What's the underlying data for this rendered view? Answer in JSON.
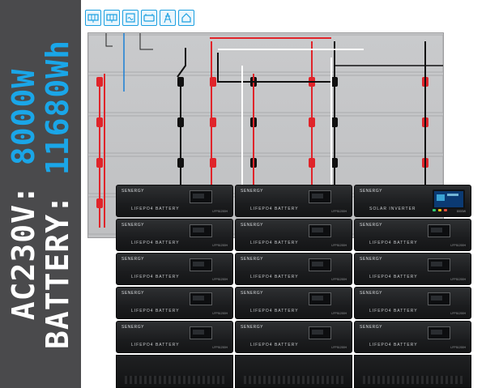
{
  "banner": {
    "line1_label": "AC230V:",
    "line1_value": "8000W",
    "line2_label": "BATTERY:",
    "line2_value": "11680Wh",
    "background_color": "#4a4a4c",
    "label_color": "#ffffff",
    "value_color": "#1aa6e8"
  },
  "top_icons": [
    "solar-panel-icon",
    "solar-panel-icon",
    "inverter-icon",
    "generator-icon",
    "grid-tower-icon",
    "home-icon"
  ],
  "stacks": [
    {
      "units": [
        {
          "brand": "SENERGY",
          "model": "LIFEPO4 BATTERY",
          "sub": "LFP51200H"
        },
        {
          "brand": "SENERGY",
          "model": "LIFEPO4 BATTERY",
          "sub": "LFP51200H"
        },
        {
          "brand": "SENERGY",
          "model": "LIFEPO4 BATTERY",
          "sub": "LFP51200H"
        },
        {
          "brand": "SENERGY",
          "model": "LIFEPO4 BATTERY",
          "sub": "LFP51200H"
        },
        {
          "brand": "SENERGY",
          "model": "LIFEPO4 BATTERY",
          "sub": "LFP51200H"
        }
      ]
    },
    {
      "units": [
        {
          "brand": "SENERGY",
          "model": "LIFEPO4 BATTERY",
          "sub": "LFP51200H"
        },
        {
          "brand": "SENERGY",
          "model": "LIFEPO4 BATTERY",
          "sub": "LFP51200H"
        },
        {
          "brand": "SENERGY",
          "model": "LIFEPO4 BATTERY",
          "sub": "LFP51200H"
        },
        {
          "brand": "SENERGY",
          "model": "LIFEPO4 BATTERY",
          "sub": "LFP51200H"
        },
        {
          "brand": "SENERGY",
          "model": "LIFEPO4 BATTERY",
          "sub": "LFP51200H"
        }
      ]
    },
    {
      "inverter": {
        "brand": "SENERGY",
        "model": "SOLAR INVERTER",
        "sub": "8000W"
      },
      "units": [
        {
          "brand": "SENERGY",
          "model": "LIFEPO4 BATTERY",
          "sub": "LFP51200H"
        },
        {
          "brand": "SENERGY",
          "model": "LIFEPO4 BATTERY",
          "sub": "LFP51200H"
        },
        {
          "brand": "SENERGY",
          "model": "LIFEPO4 BATTERY",
          "sub": "LFP51200H"
        },
        {
          "brand": "SENERGY",
          "model": "LIFEPO4 BATTERY",
          "sub": "LFP51200H"
        }
      ]
    }
  ],
  "colors": {
    "positive_wire": "#e0242a",
    "negative_wire": "#111111",
    "neutral_wire": "#ffffff",
    "signal_wire": "#1a7fd4",
    "icon_accent": "#1a9fe0"
  }
}
